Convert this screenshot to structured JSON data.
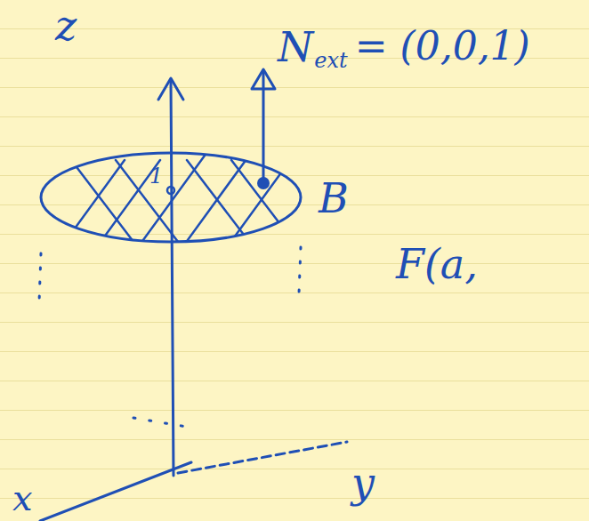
{
  "diagram": {
    "labels": [
      "z",
      "N",
      "ext",
      "= (0,0,1)",
      "1",
      "B",
      "F(a,",
      "y",
      "x"
    ]
  }
}
